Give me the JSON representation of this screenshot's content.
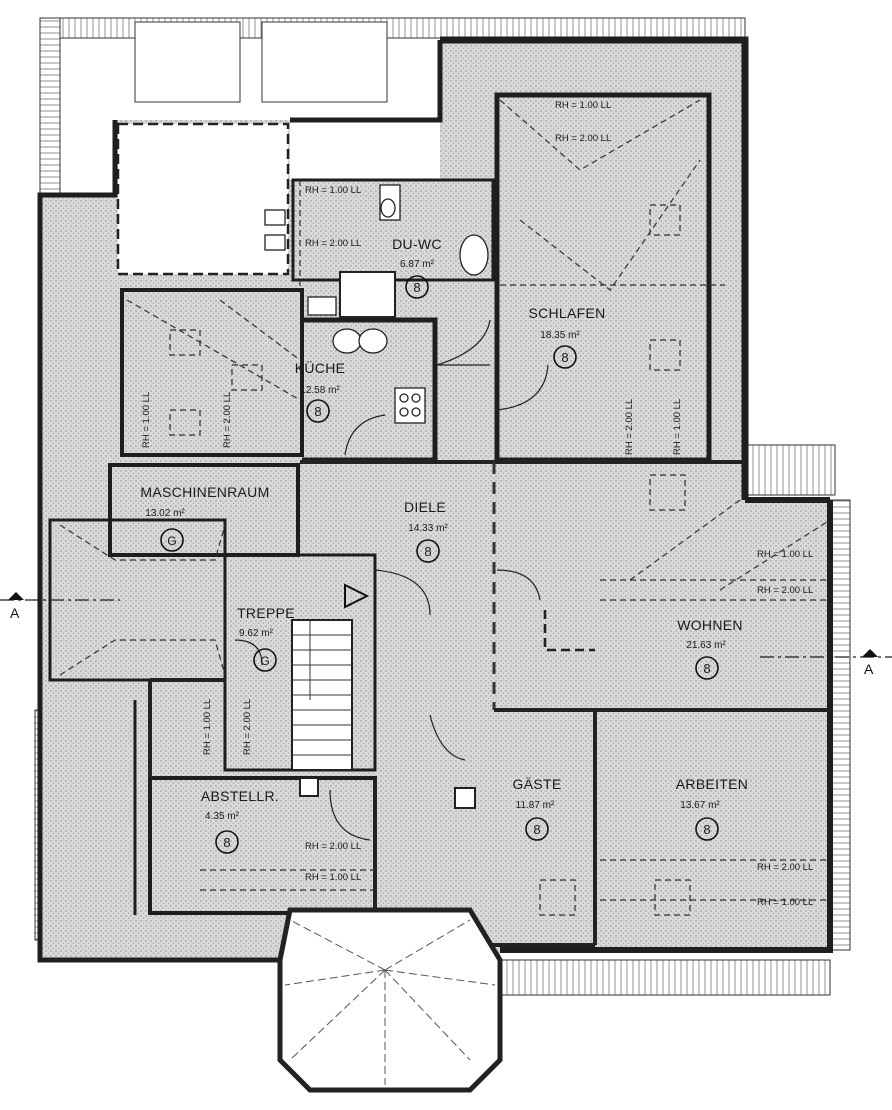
{
  "rooms": [
    {
      "id": "du-wc",
      "name": "DU-WC",
      "area": "6.87 m²",
      "floor": "8"
    },
    {
      "id": "schlafen",
      "name": "SCHLAFEN",
      "area": "18.35 m²",
      "floor": "8"
    },
    {
      "id": "kueche",
      "name": "KÜCHE",
      "area": "12.58 m²",
      "floor": "8"
    },
    {
      "id": "maschinenraum",
      "name": "MASCHINENRAUM",
      "area": "13.02 m²",
      "floor": "G"
    },
    {
      "id": "diele",
      "name": "DIELE",
      "area": "14.33 m²",
      "floor": "8"
    },
    {
      "id": "treppe",
      "name": "TREPPE",
      "area": "9.62 m²",
      "floor": "G"
    },
    {
      "id": "wohnen",
      "name": "WOHNEN",
      "area": "21.63 m²",
      "floor": "8"
    },
    {
      "id": "abstellr",
      "name": "ABSTELLR.",
      "area": "4.35 m²",
      "floor": "8"
    },
    {
      "id": "gaeste",
      "name": "GÄSTE",
      "area": "11.87 m²",
      "floor": "8"
    },
    {
      "id": "arbeiten",
      "name": "ARBEITEN",
      "area": "13.67 m²",
      "floor": "8"
    }
  ],
  "heights": {
    "rh100": "RH = 1.00 LL",
    "rh200": "RH = 2.00 LL"
  },
  "section": {
    "label": "A"
  }
}
